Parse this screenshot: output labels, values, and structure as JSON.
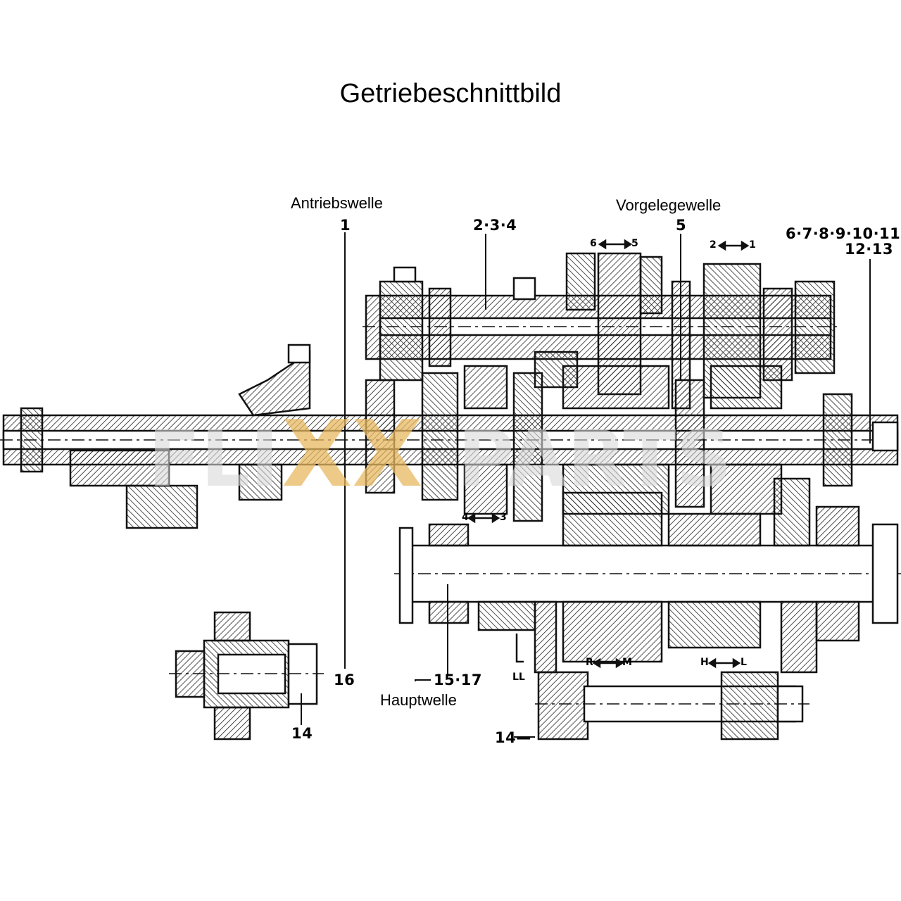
{
  "title": "Getriebeschnittbild",
  "labels": {
    "antriebswelle": "Antriebswelle",
    "vorgelegewelle": "Vorgelegewelle",
    "hauptwelle": "Hauptwelle"
  },
  "callouts": {
    "c1": "1",
    "c234": "2·3·4",
    "c5": "5",
    "c6_11": "6·7·8·9·10·11",
    "c12_13": "12·13",
    "c16": "16",
    "c15_17": "15·17",
    "c14_left": "14",
    "c14_right": "14—"
  },
  "shift_markers": {
    "s65_left": "6",
    "s65_right": "5",
    "s21_left": "2",
    "s21_right": "1",
    "s43_left": "4",
    "s43_right": "3",
    "srm_left": "R",
    "srm_right": "M",
    "shl_left": "H",
    "shl_right": "L",
    "sll": "LL"
  },
  "watermark": {
    "text_left": "FLI",
    "text_mid": "XX",
    "text_right": "PARTS"
  },
  "colors": {
    "ink": "#111111",
    "hatch": "#222222",
    "watermark_grey": "#d9d9d9",
    "watermark_gold": "#e8b860"
  }
}
